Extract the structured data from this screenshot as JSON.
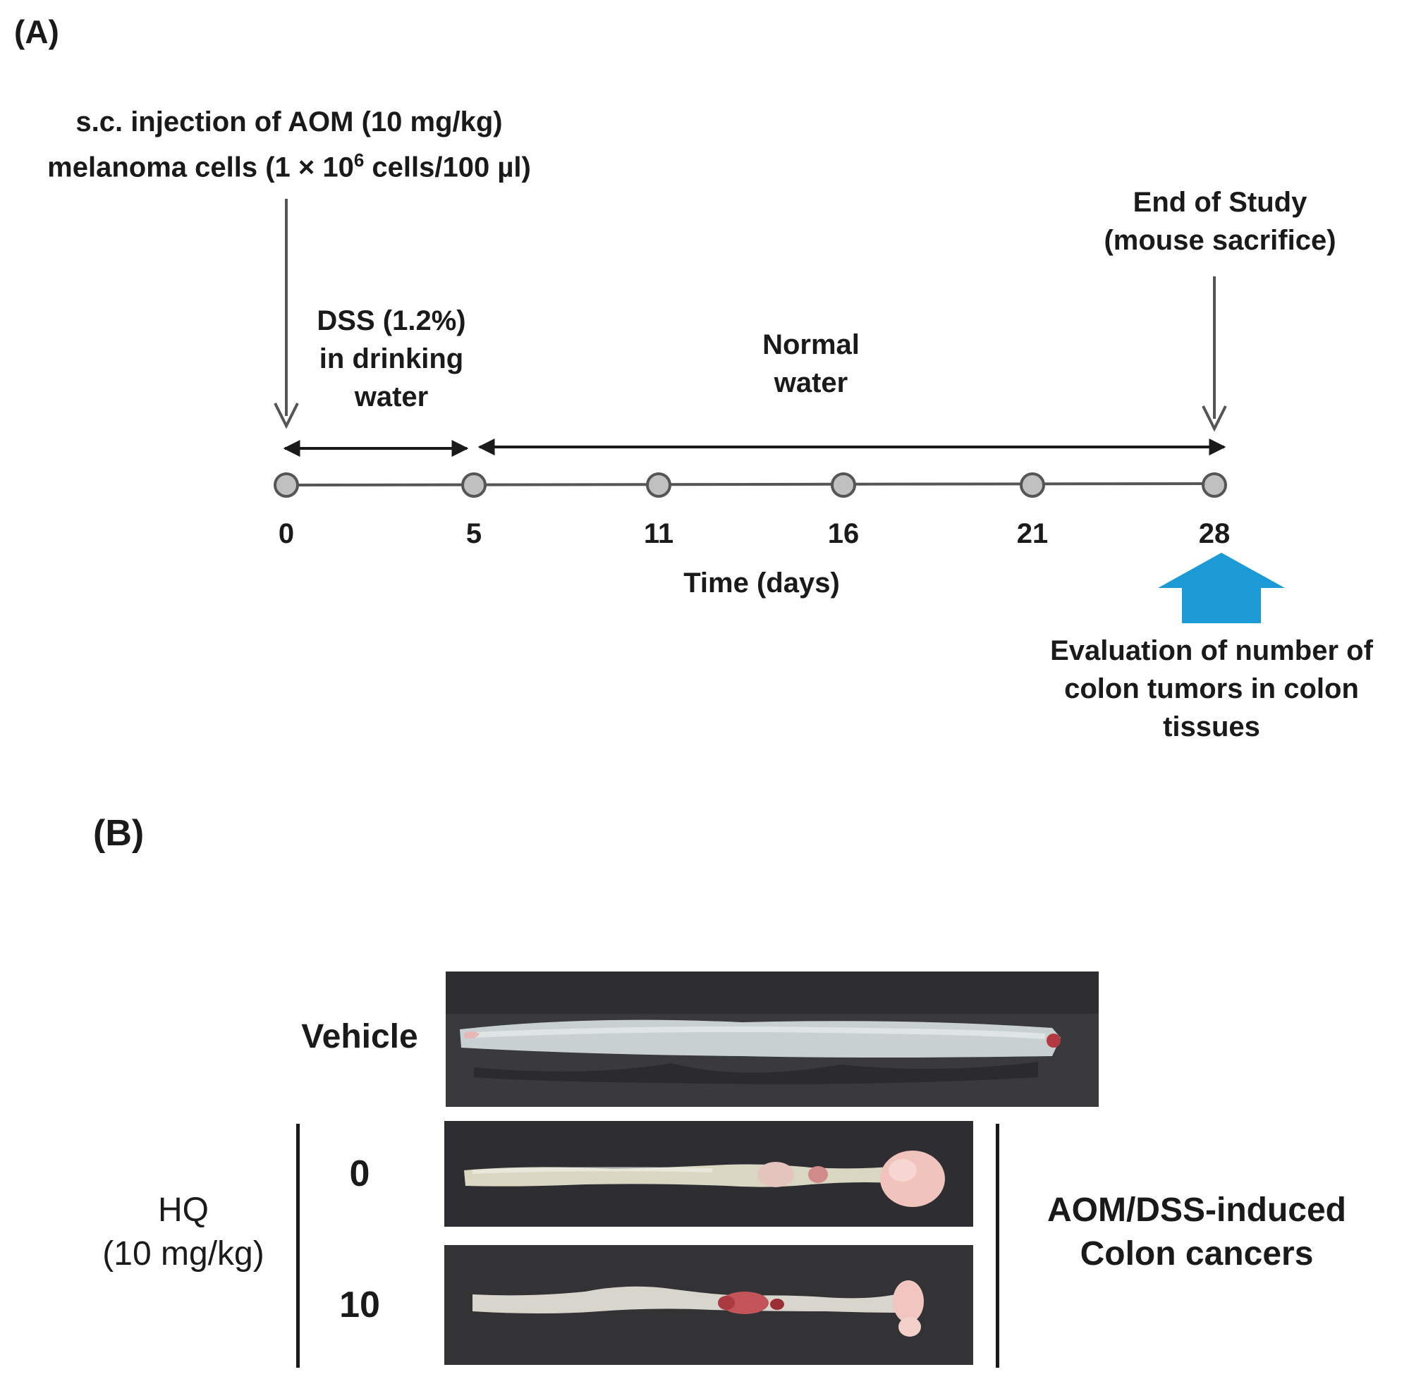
{
  "panel_a": {
    "label": "(A)",
    "injection_line1": "s.c. injection of AOM (10 mg/kg)",
    "injection_line2_pre": "melanoma cells (1 × 10",
    "injection_line2_sup": "6",
    "injection_line2_post": " cells/100 µl)",
    "dss_lines": [
      "DSS (1.2%)",
      "in drinking",
      "water"
    ],
    "normal_lines": [
      "Normal",
      "water"
    ],
    "end_lines": [
      "End of Study",
      "(mouse sacrifice)"
    ],
    "ticks": [
      "0",
      "5",
      "11",
      "16",
      "21",
      "28"
    ],
    "xlabel": "Time (days)",
    "eval_lines": [
      "Evaluation of number of",
      "colon tumors in colon",
      "tissues"
    ],
    "colors": {
      "node_fill": "#c0c0c0",
      "line": "#555555",
      "eval_arrow": "#1b9ad6"
    }
  },
  "panel_b": {
    "label": "(B)",
    "vehicle_label": "Vehicle",
    "hq_line1": "HQ",
    "hq_line2": "(10 mg/kg)",
    "dose_0": "0",
    "dose_10": "10",
    "group_line1": "AOM/DSS-induced",
    "group_line2": "Colon cancers"
  }
}
